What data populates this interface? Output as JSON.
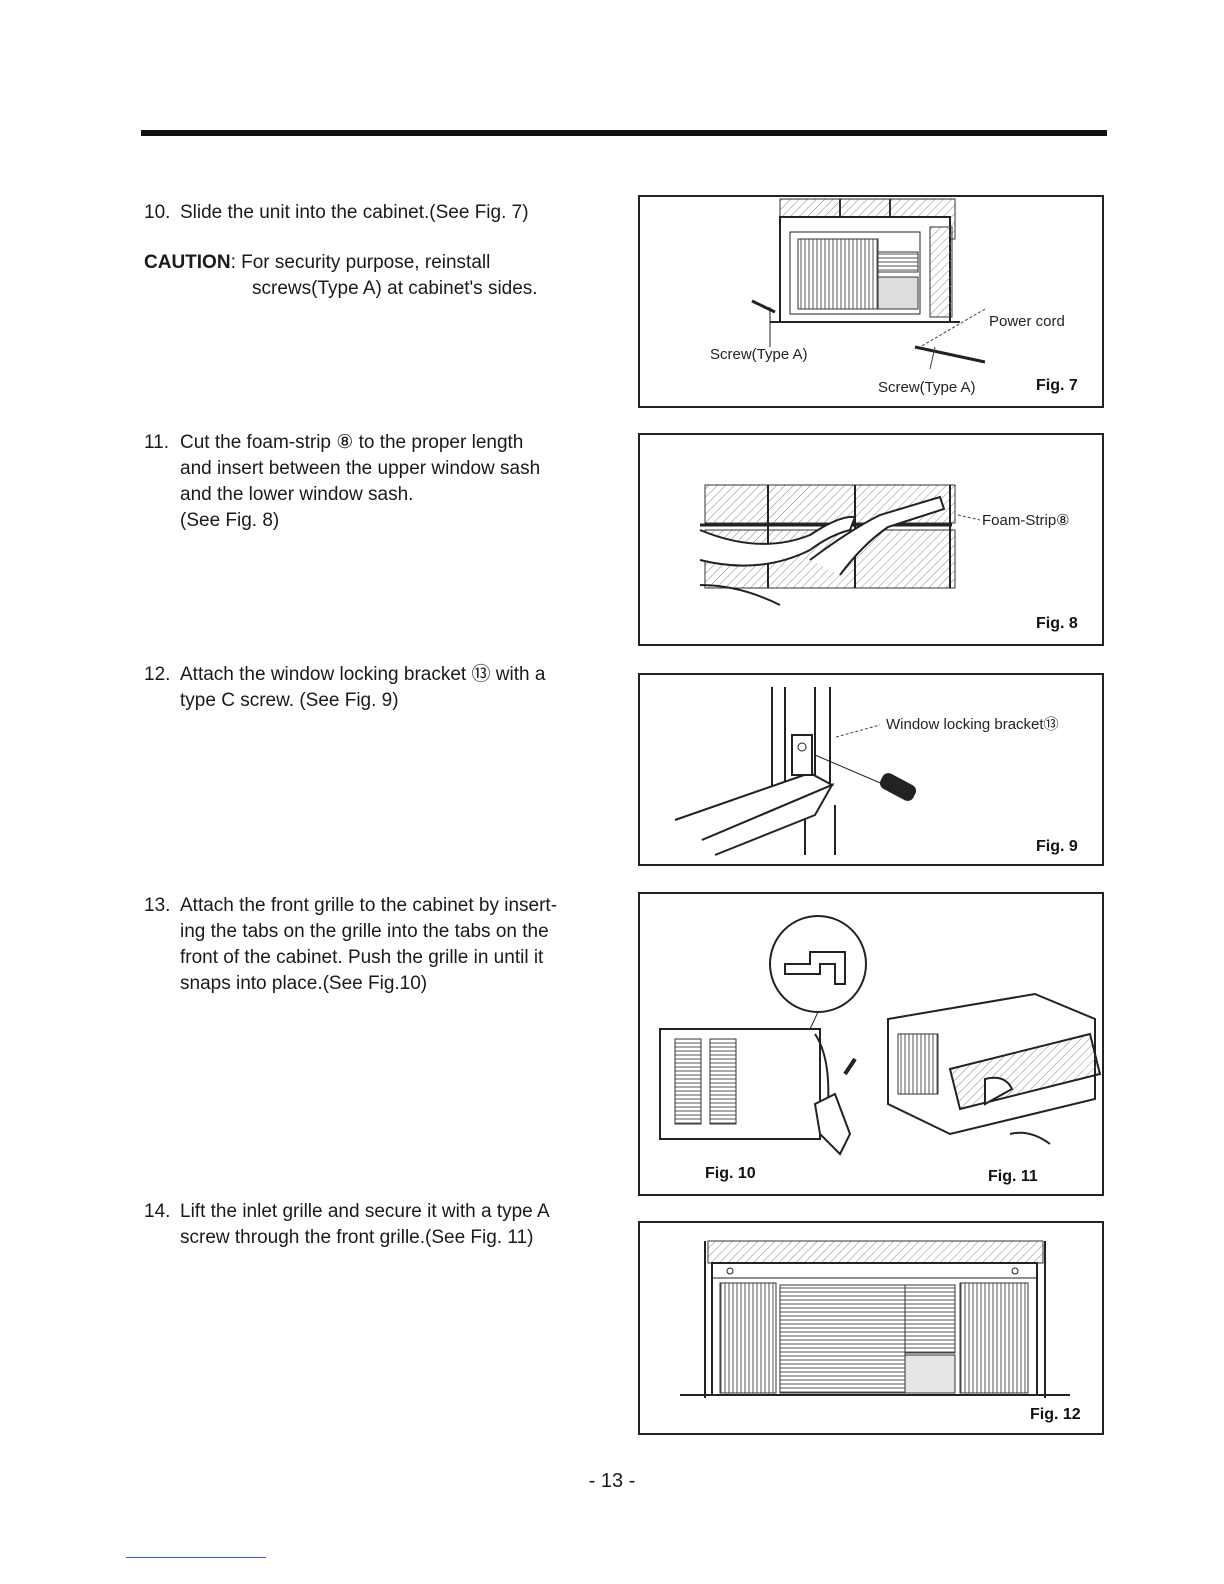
{
  "steps": [
    {
      "num": "10.",
      "lines": [
        "Slide the unit into the cabinet.(See Fig. 7)"
      ]
    },
    {
      "num": "11.",
      "lines": [
        "Cut the foam-strip ⑧ to the proper length",
        "and insert between the upper window sash",
        "and the lower window sash.",
        "(See Fig. 8)"
      ]
    },
    {
      "num": "12.",
      "lines": [
        "Attach the window locking bracket ⑬ with a",
        "type C screw. (See Fig. 9)"
      ]
    },
    {
      "num": "13.",
      "lines": [
        "Attach the front grille to the cabinet by insert-",
        "ing the tabs on the grille into the tabs on the",
        "front of the cabinet. Push the grille in until it",
        "snaps into place.(See Fig.10)"
      ]
    },
    {
      "num": "14.",
      "lines": [
        "Lift the inlet grille and secure it with a type A",
        "screw through the front grille.(See Fig. 11)"
      ]
    }
  ],
  "caution": {
    "label": "CAUTION",
    "lines": [
      "For security purpose, reinstall",
      "screws(Type A) at cabinet's sides."
    ]
  },
  "figures": {
    "fig7": {
      "caption": "Fig. 7",
      "labels": {
        "power_cord": "Power cord",
        "screw_left": "Screw(Type A)",
        "screw_right": "Screw(Type A)"
      }
    },
    "fig8": {
      "caption": "Fig. 8",
      "labels": {
        "foam_strip": "Foam-Strip⑧"
      }
    },
    "fig9": {
      "caption": "Fig. 9",
      "labels": {
        "bracket": "Window locking bracket⑬"
      }
    },
    "fig10_11": {
      "caption_left": "Fig. 10",
      "caption_right": "Fig. 11"
    },
    "fig12": {
      "caption": "Fig. 12"
    }
  },
  "page_number": "- 13 -"
}
